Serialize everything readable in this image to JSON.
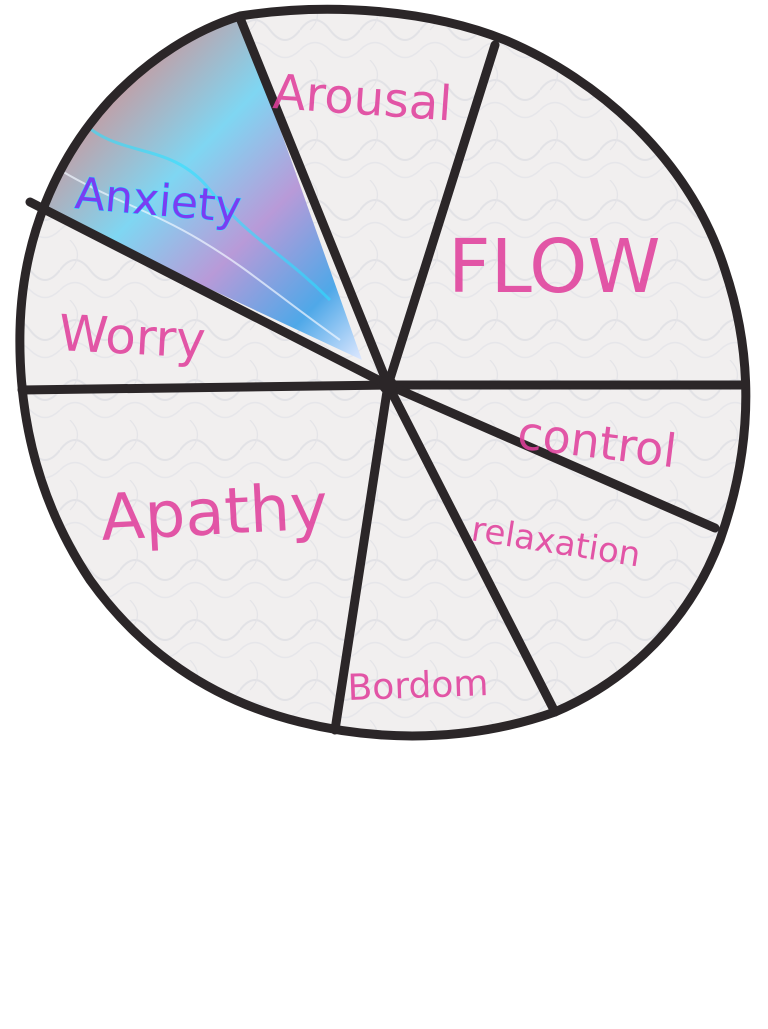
{
  "diagram": {
    "segments": [
      {
        "id": "anxiety",
        "label": "Anxiety",
        "highlighted": true
      },
      {
        "id": "arousal",
        "label": "Arousal"
      },
      {
        "id": "flow",
        "label": "FLOW"
      },
      {
        "id": "control",
        "label": "control"
      },
      {
        "id": "relaxation",
        "label": "relaxation"
      },
      {
        "id": "bordom",
        "label": "Bordom"
      },
      {
        "id": "apathy",
        "label": "Apathy"
      },
      {
        "id": "worry",
        "label": "Worry"
      }
    ],
    "colors": {
      "label": "#e0409c",
      "outline": "#2b2628",
      "fill": "#f1efef",
      "highlight_text": "#7b3df2"
    }
  }
}
